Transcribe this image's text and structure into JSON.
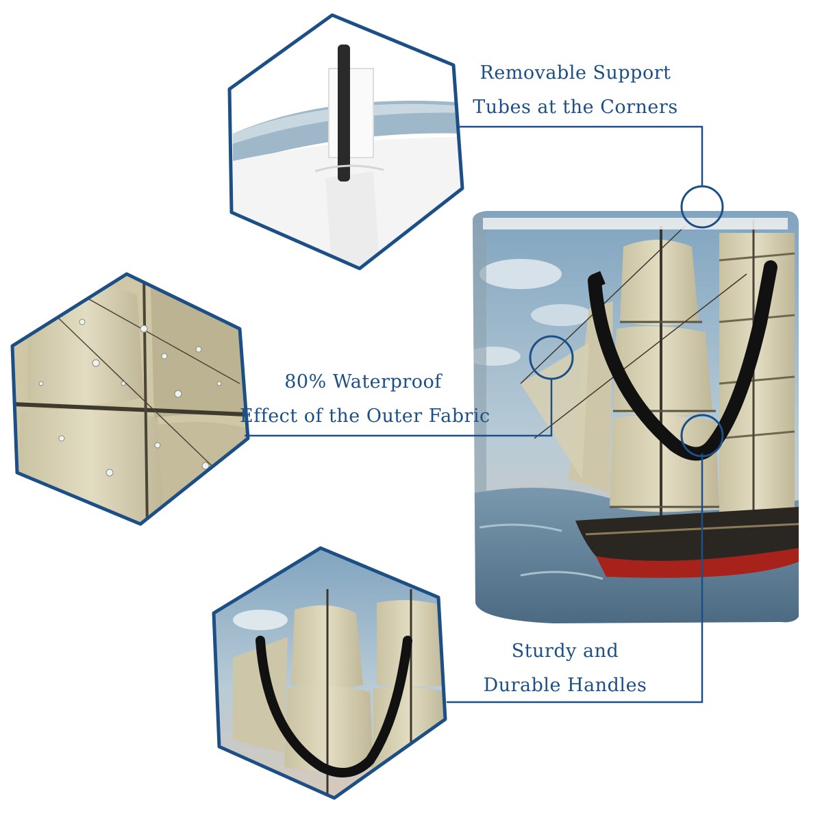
{
  "colors": {
    "accent": "#1c4f86",
    "sky": "#8fb0c8",
    "sail": "#d9d2b4",
    "hull": "#2a2622",
    "hull_red": "#a8221c",
    "strap": "#111111"
  },
  "callouts": {
    "tubes": {
      "line1": "Removable Support",
      "line2": "Tubes at the Corners"
    },
    "waterproof": {
      "line1": "80% Waterproof",
      "line2": "Effect of the Outer Fabric"
    },
    "handles": {
      "line1": "Sturdy and",
      "line2": "Durable Handles"
    }
  },
  "icons": {
    "marker": "circle-marker-icon"
  }
}
